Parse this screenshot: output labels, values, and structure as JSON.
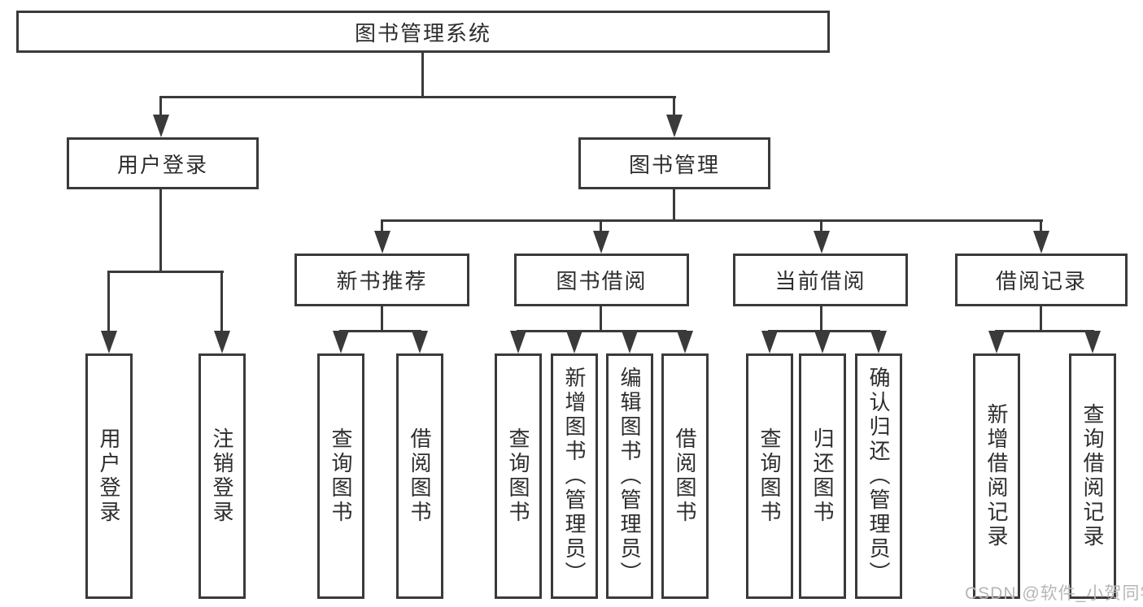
{
  "colors": {
    "line": "#3a3a3a",
    "text": "#2d2d2d",
    "background": "#ffffff",
    "watermark": "#b6b6b6"
  },
  "watermark": {
    "text": "CSDN @软件_小贺同学"
  },
  "nodes": {
    "root": "图书管理系统",
    "user_login": {
      "label": "用户登录",
      "children": [
        "用户登录",
        "注销登录"
      ]
    },
    "book_mgmt": {
      "label": "图书管理",
      "children": {
        "new_book_rec": {
          "label": "新书推荐",
          "children": [
            "查询图书",
            "借阅图书"
          ]
        },
        "book_borrow": {
          "label": "图书借阅",
          "children": [
            "查询图书",
            "新增图书（管理员）",
            "编辑图书（管理员）",
            "借阅图书"
          ]
        },
        "current_borrow": {
          "label": "当前借阅",
          "children": [
            "查询图书",
            "归还图书",
            "确认归还（管理员）"
          ]
        },
        "borrow_records": {
          "label": "借阅记录",
          "children": [
            "新增借阅记录",
            "查询借阅记录"
          ]
        }
      }
    }
  }
}
